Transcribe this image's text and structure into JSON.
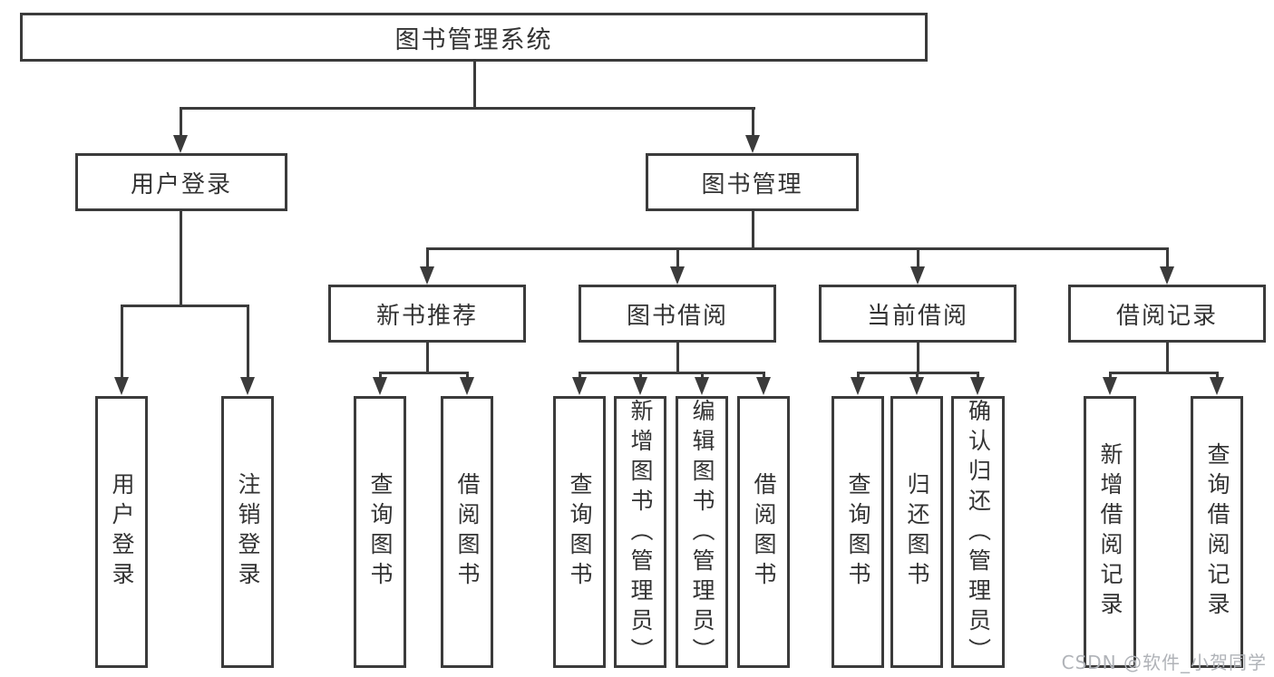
{
  "root": {
    "label": "图书管理系统"
  },
  "branches": [
    {
      "label": "用户登录",
      "children": [
        "用户登录",
        "注销登录"
      ]
    },
    {
      "label": "图书管理",
      "children": [
        {
          "label": "新书推荐",
          "children": [
            "查询图书",
            "借阅图书"
          ]
        },
        {
          "label": "图书借阅",
          "children": [
            "查询图书",
            "新增图书（管理员）",
            "编辑图书（管理员）",
            "借阅图书"
          ]
        },
        {
          "label": "当前借阅",
          "children": [
            "查询图书",
            "归还图书",
            "确认归还（管理员）"
          ]
        },
        {
          "label": "借阅记录",
          "children": [
            "新增借阅记录",
            "查询借阅记录"
          ]
        }
      ]
    }
  ],
  "watermark": "CSDN @软件_小贺同学",
  "colors": {
    "line": "#3b3b3b",
    "text": "#333333",
    "watermark": "#b0b3b8"
  }
}
